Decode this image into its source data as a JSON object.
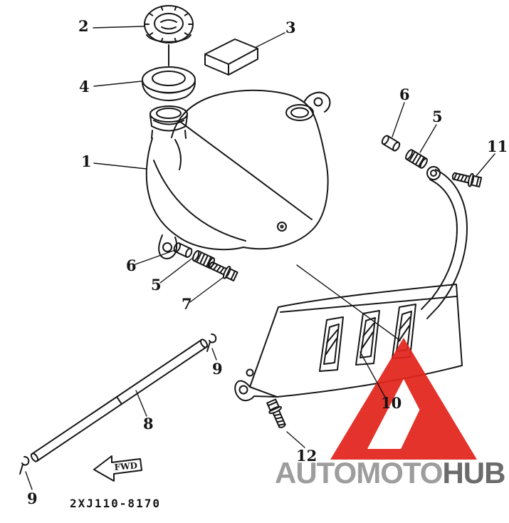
{
  "diagram": {
    "part_code": "2XJ110-8170",
    "fwd_label": "FWD",
    "callouts": [
      {
        "id": "filler-cap",
        "label": "2"
      },
      {
        "id": "damper-pad",
        "label": "3"
      },
      {
        "id": "cap-gasket",
        "label": "4"
      },
      {
        "id": "collar-right",
        "label": "6"
      },
      {
        "id": "damper-right",
        "label": "5"
      },
      {
        "id": "bolt-right",
        "label": "11"
      },
      {
        "id": "oil-tank",
        "label": "1"
      },
      {
        "id": "collar-left",
        "label": "6"
      },
      {
        "id": "damper-left",
        "label": "5"
      },
      {
        "id": "bolt-left",
        "label": "7"
      },
      {
        "id": "clip-mid",
        "label": "9"
      },
      {
        "id": "oil-hose",
        "label": "8"
      },
      {
        "id": "heat-guard",
        "label": "10"
      },
      {
        "id": "bolt-bottom",
        "label": "12"
      },
      {
        "id": "clip-bottom",
        "label": "9"
      }
    ]
  },
  "watermark": {
    "brand_first": "AUTOMOTO",
    "brand_second": "HUB",
    "triangle_color": "#e2241c",
    "brand_first_color": "#9d9d9d",
    "brand_second_color": "#6b6b6b"
  },
  "colors": {
    "line": "#161616",
    "background": "#ffffff"
  }
}
